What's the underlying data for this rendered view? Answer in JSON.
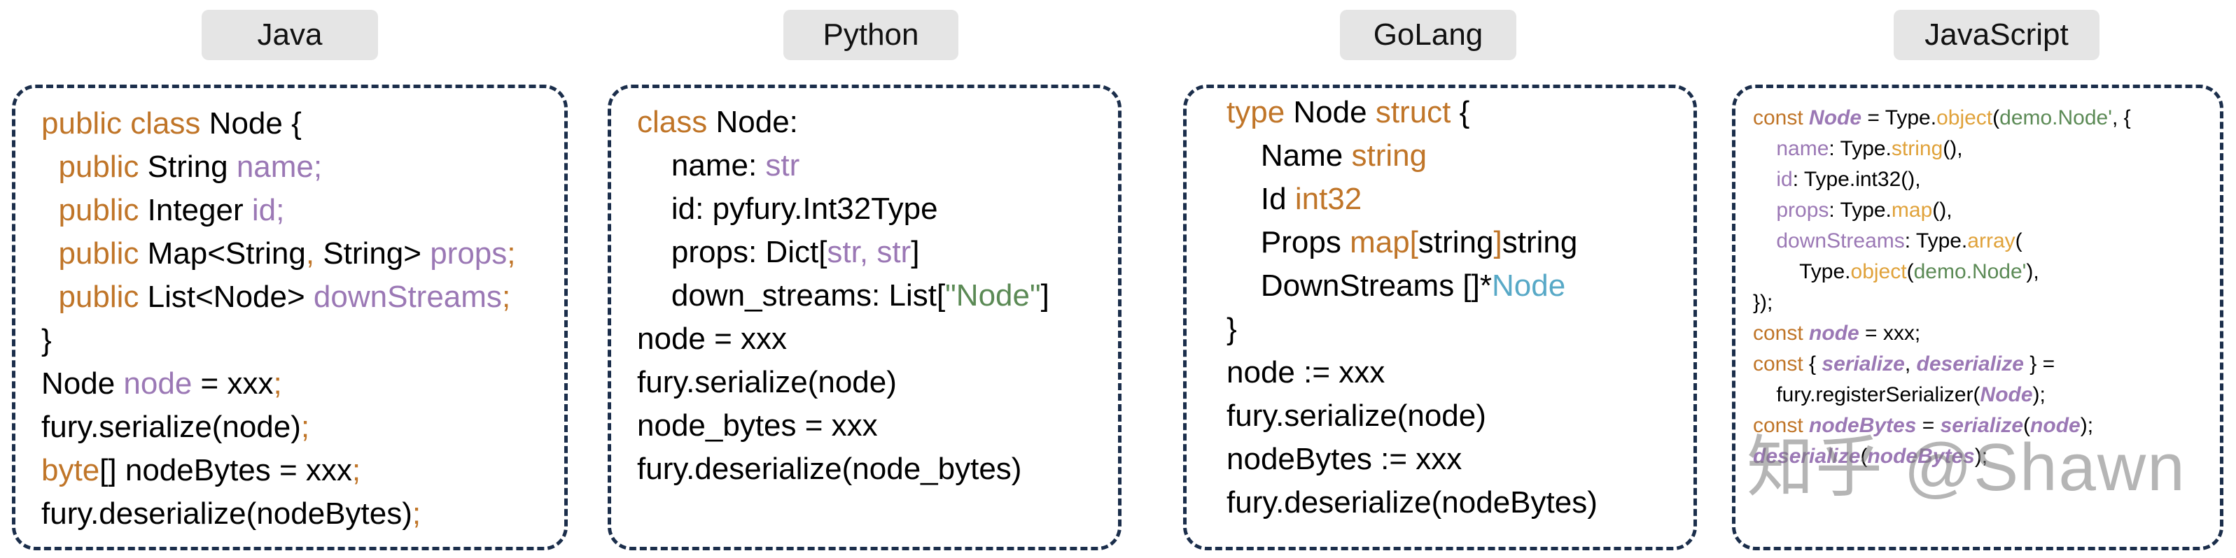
{
  "tabs": [
    "Java",
    "Python",
    "GoLang",
    "JavaScript"
  ],
  "java": [
    [
      [
        "kw",
        "public class "
      ],
      [
        "",
        "Node {"
      ]
    ],
    [
      [
        "",
        "  "
      ],
      [
        "kw",
        "public "
      ],
      [
        "",
        "String "
      ],
      [
        "fld",
        "name;"
      ]
    ],
    [
      [
        "",
        "  "
      ],
      [
        "kw",
        "public "
      ],
      [
        "",
        "Integer "
      ],
      [
        "fld",
        "id;"
      ]
    ],
    [
      [
        "",
        "  "
      ],
      [
        "kw",
        "public "
      ],
      [
        "",
        "Map<String"
      ],
      [
        "kw",
        ","
      ],
      [
        "",
        " String> "
      ],
      [
        "fld",
        "props"
      ],
      [
        "kw",
        ";"
      ]
    ],
    [
      [
        "",
        "  "
      ],
      [
        "kw",
        "public "
      ],
      [
        "",
        "List<Node> "
      ],
      [
        "fld",
        "downStreams"
      ],
      [
        "kw",
        ";"
      ]
    ],
    [
      [
        "",
        "}"
      ]
    ],
    [
      [
        "",
        "Node "
      ],
      [
        "fld",
        "node"
      ],
      [
        "",
        " = xxx"
      ],
      [
        "kw",
        ";"
      ]
    ],
    [
      [
        "",
        "fury.serialize(node)"
      ],
      [
        "kw",
        ";"
      ]
    ],
    [
      [
        "kw",
        "byte"
      ],
      [
        "",
        "[] nodeBytes = xxx"
      ],
      [
        "kw",
        ";"
      ]
    ],
    [
      [
        "",
        "fury.deserialize(nodeBytes)"
      ],
      [
        "kw",
        ";"
      ]
    ]
  ],
  "python": [
    [
      [
        "kw",
        "class "
      ],
      [
        "",
        "Node:"
      ]
    ],
    [
      [
        "",
        "    name: "
      ],
      [
        "fld",
        "str"
      ]
    ],
    [
      [
        "",
        "    id: pyfury.Int32Type"
      ]
    ],
    [
      [
        "",
        "    props: Dict["
      ],
      [
        "fld",
        "str, str"
      ],
      [
        "",
        "]"
      ]
    ],
    [
      [
        "",
        "    down_streams: List["
      ],
      [
        "str",
        "\"Node\""
      ],
      [
        "",
        "]"
      ]
    ],
    [
      [
        "",
        "node = xxx"
      ]
    ],
    [
      [
        "",
        "fury.serialize(node)"
      ]
    ],
    [
      [
        "",
        "node_bytes = xxx"
      ]
    ],
    [
      [
        "",
        "fury.deserialize(node_bytes)"
      ]
    ]
  ],
  "golang": [
    [
      [
        "kw",
        "type "
      ],
      [
        "",
        "Node "
      ],
      [
        "kw",
        "struct "
      ],
      [
        "",
        "{"
      ]
    ],
    [
      [
        "",
        "    Name "
      ],
      [
        "kw",
        "string"
      ]
    ],
    [
      [
        "",
        "    Id "
      ],
      [
        "kw",
        "int32"
      ]
    ],
    [
      [
        "",
        "    Props "
      ],
      [
        "kw",
        "map["
      ],
      [
        "",
        "string"
      ],
      [
        "kw",
        "]"
      ],
      [
        "",
        "string"
      ]
    ],
    [
      [
        "",
        "    DownStreams []*"
      ],
      [
        "cyan",
        "Node"
      ]
    ],
    [
      [
        "",
        "}"
      ]
    ],
    [
      [
        "",
        "node := xxx"
      ]
    ],
    [
      [
        "",
        "fury.serialize(node)"
      ]
    ],
    [
      [
        "",
        "nodeBytes := xxx"
      ]
    ],
    [
      [
        "",
        "fury.deserialize(nodeBytes)"
      ]
    ]
  ],
  "javascript": [
    [
      [
        "kw",
        "const "
      ],
      [
        "em",
        "Node"
      ],
      [
        "",
        " = Type."
      ],
      [
        "gold",
        "object"
      ],
      [
        "",
        "("
      ],
      [
        "str",
        "demo.Node'"
      ],
      [
        "",
        ", {"
      ]
    ],
    [
      [
        "",
        "    "
      ],
      [
        "fld",
        "name"
      ],
      [
        "",
        ": Type."
      ],
      [
        "gold",
        "string"
      ],
      [
        "",
        "(),"
      ]
    ],
    [
      [
        "",
        "    "
      ],
      [
        "fld",
        "id"
      ],
      [
        "",
        ": Type.int32(),"
      ]
    ],
    [
      [
        "",
        "    "
      ],
      [
        "fld",
        "props"
      ],
      [
        "",
        ": Type."
      ],
      [
        "gold",
        "map"
      ],
      [
        "",
        "(),"
      ]
    ],
    [
      [
        "",
        "    "
      ],
      [
        "fld",
        "downStreams"
      ],
      [
        "",
        ": Type."
      ],
      [
        "gold",
        "array"
      ],
      [
        "",
        "("
      ]
    ],
    [
      [
        "",
        "        Type."
      ],
      [
        "gold",
        "object"
      ],
      [
        "",
        "("
      ],
      [
        "str",
        "demo.Node'"
      ],
      [
        "",
        "),"
      ]
    ],
    [
      [
        "",
        "});"
      ]
    ],
    [
      [
        "kw",
        "const "
      ],
      [
        "em",
        "node"
      ],
      [
        "",
        " = xxx;"
      ]
    ],
    [
      [
        "kw",
        "const "
      ],
      [
        "",
        "{ "
      ],
      [
        "em",
        "serialize"
      ],
      [
        "",
        ", "
      ],
      [
        "em",
        "deserialize"
      ],
      [
        "",
        " } ="
      ]
    ],
    [
      [
        "",
        "    fury.registerSerializer("
      ],
      [
        "em",
        "Node"
      ],
      [
        "",
        ");"
      ]
    ],
    [
      [
        "kw",
        "const "
      ],
      [
        "em",
        "nodeBytes"
      ],
      [
        "",
        " = "
      ],
      [
        "em",
        "serialize"
      ],
      [
        "",
        "("
      ],
      [
        "em",
        "node"
      ],
      [
        "",
        ");"
      ]
    ],
    [
      [
        "em",
        "deserialize"
      ],
      [
        "",
        "("
      ],
      [
        "em",
        "nodeBytes"
      ],
      [
        "",
        ");"
      ]
    ]
  ],
  "watermark": "知乎 @Shawn"
}
